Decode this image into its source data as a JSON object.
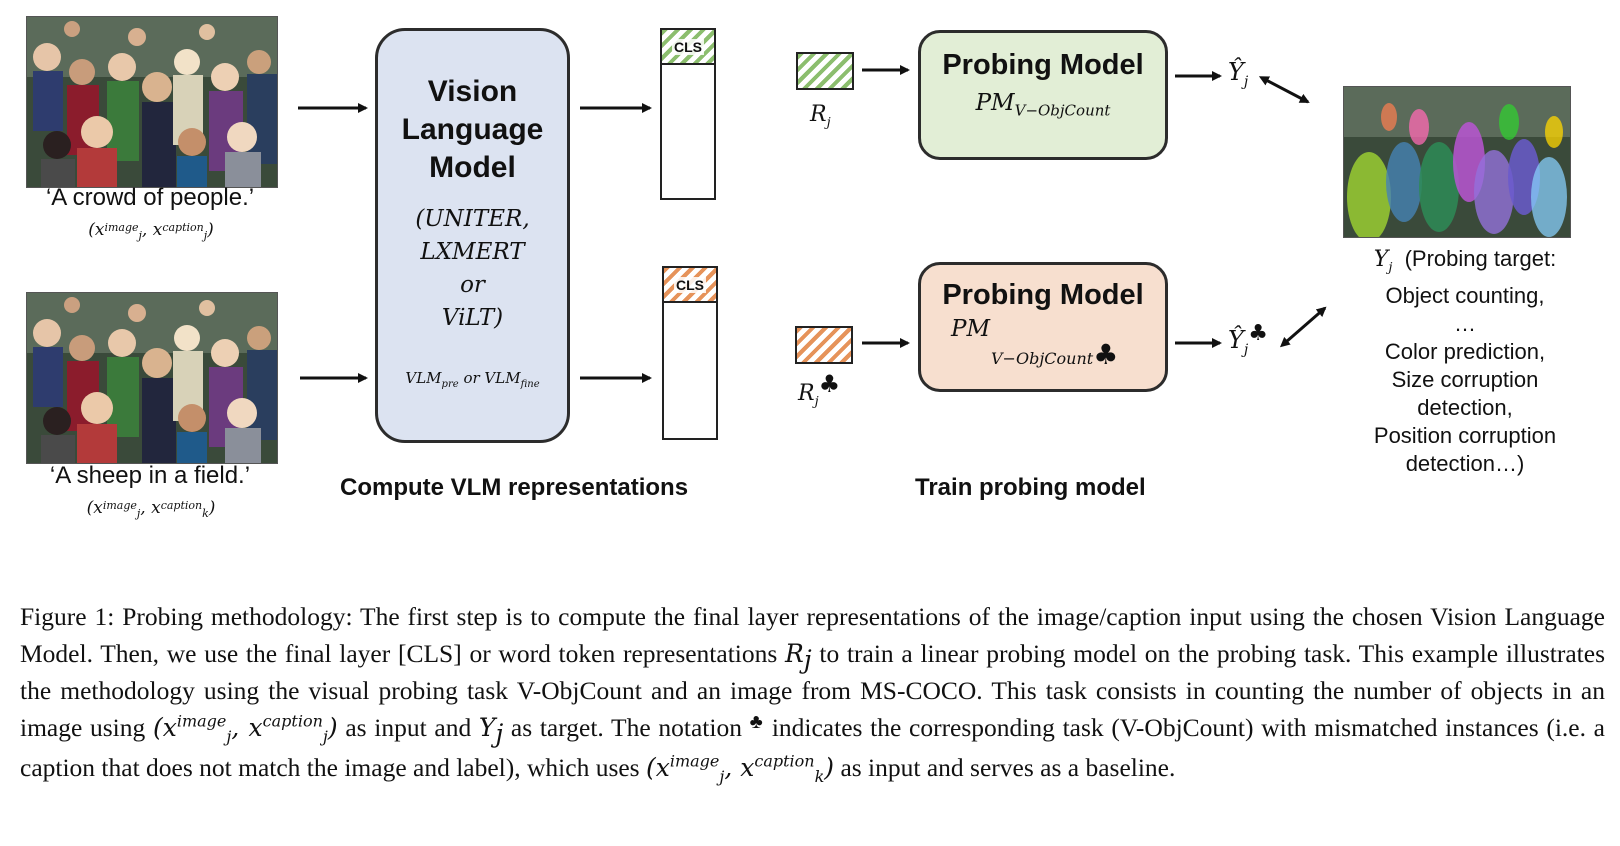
{
  "top_left": {
    "caption": "‘A crowd of people.’",
    "notation": {
      "x": "x",
      "sub_a": "j",
      "sup_a": "image",
      "sub_b": "j",
      "sup_b": "caption"
    }
  },
  "bottom_left": {
    "caption": "‘A sheep in a field.’",
    "notation": {
      "x": "x",
      "sub_a": "j",
      "sup_a": "image",
      "sub_b": "k",
      "sup_b": "caption"
    }
  },
  "vlm": {
    "title_lines": [
      "Vision",
      "Language",
      "Model"
    ],
    "models": [
      "(UNITER,",
      "LXMERT",
      "or",
      "ViLT)"
    ],
    "variant_a": "VLM",
    "variant_a_sub": "pre",
    "variant_or": "or",
    "variant_b": "VLM",
    "variant_b_sub": "fine"
  },
  "sections": {
    "compute": "Compute VLM representations",
    "train": "Train probing model"
  },
  "rep": {
    "cls_label": "CLS",
    "r_top": "R",
    "r_top_sub": "j",
    "r_bottom": "R",
    "r_bottom_sub": "j",
    "club": "♣"
  },
  "probing": {
    "title": "Probing Model",
    "pm": "PM",
    "pm_sub": "V−ObjCount",
    "yhat": "Ŷ",
    "yhat_sub": "j"
  },
  "target": {
    "y": "Y",
    "y_sub": "j",
    "line1": "(Probing target:",
    "line2": "Object counting,",
    "line3": "…",
    "line4": "Color prediction,",
    "line5": "Size corruption",
    "line6": "detection,",
    "line7": "Position corruption",
    "line8": "detection…)"
  },
  "figure_caption": {
    "p1": "Figure 1: Probing methodology: The first step is to compute the final layer representations of the image/caption input using the chosen Vision Language Model. Then, we use the final layer [CLS] or word token representations ",
    "r": "R",
    "r_sub": "j",
    "p2": " to train a linear probing model on the probing task. This example illustrates the methodology using the visual probing task V-ObjCount and an image from MS-COCO. This task consists in counting the number of objects in an image using ",
    "m1": "(x",
    "m1_sub": "j",
    "m1_sup": "image",
    "m1_mid": ", x",
    "m1_sub2": "j",
    "m1_sup2": "caption",
    "m1_end": ")",
    "p3": " as input and ",
    "y": "Y",
    "y_sub": "j",
    "p4": " as target. The notation ",
    "club": "♣",
    "p5": " indicates the corresponding task (V-ObjCount) with mismatched instances (i.e. a caption that does not match the image and label), which uses ",
    "m2": "(x",
    "m2_sub": "j",
    "m2_sup": "image",
    "m2_mid": ", x",
    "m2_sub2": "k",
    "m2_sup2": "caption",
    "m2_end": ")",
    "p6": " as input and serves as a baseline."
  },
  "colors": {
    "vlm_fill": "#dce3f1",
    "pm_green": "#e2eed6",
    "pm_orange": "#f7dfcf",
    "hatch_green": "#8cbe6e",
    "hatch_orange": "#e6935a"
  }
}
